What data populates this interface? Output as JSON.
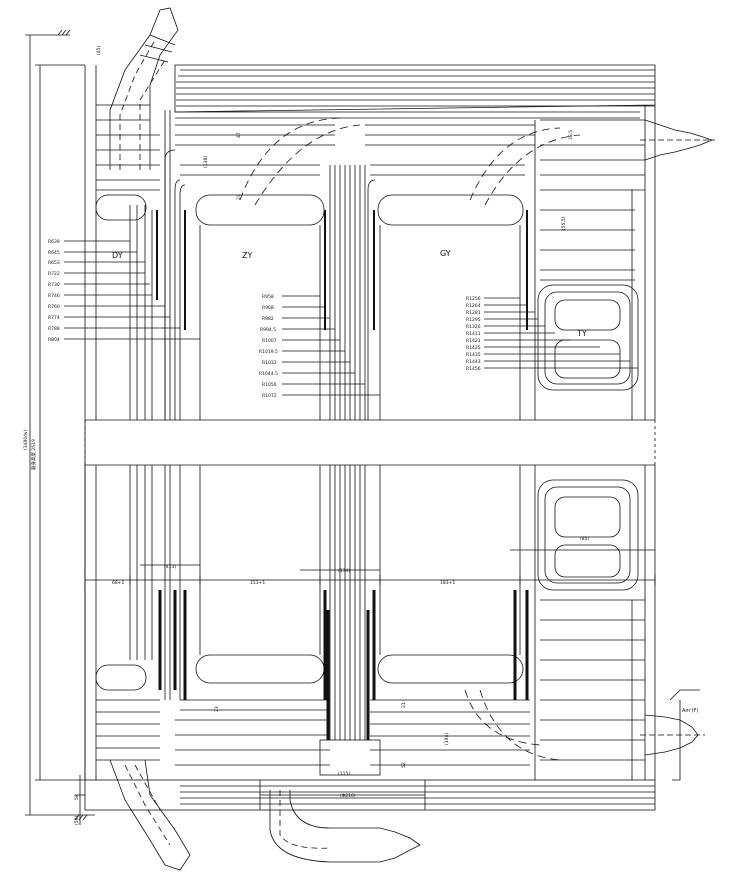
{
  "labels": {
    "dy": "DY",
    "zy": "ZY",
    "gy": "GY",
    "ty": "TY",
    "am": "Am'(F)",
    "height_dim": "器身高度 2519",
    "side_dim": "(3480/w)"
  },
  "radii_left": [
    "R639",
    "R645",
    "R653",
    "R722",
    "R730",
    "R746",
    "R760",
    "R774",
    "R788",
    "R804"
  ],
  "radii_mid": [
    "R958",
    "R968",
    "R982",
    "R994.5",
    "R1007",
    "R1019.5",
    "R1032",
    "R1044.5",
    "R1056",
    "R1072"
  ],
  "radii_right": [
    "R1256",
    "R1264",
    "R1281",
    "R1295",
    "R1326",
    "R1411",
    "R1421",
    "R1425",
    "R1435",
    "R1443",
    "R1456"
  ],
  "mid_dims": {
    "d1": "68+1",
    "d2": "153+1",
    "d3": "183+1",
    "d4": "(413)",
    "d5": "(174)",
    "d6": "(115)",
    "d7": "(Φ210)",
    "d8": "(85)"
  },
  "bottom_dims": {
    "b1": "58",
    "b2": "(50)",
    "b3": "23",
    "b4": "52",
    "b5": "21",
    "b6": "(194)"
  },
  "top_dims": {
    "t1": "(45)",
    "t2": "47",
    "t3": "(138)",
    "t4": "23",
    "t5": "38.5",
    "t6": "(55.5)"
  }
}
